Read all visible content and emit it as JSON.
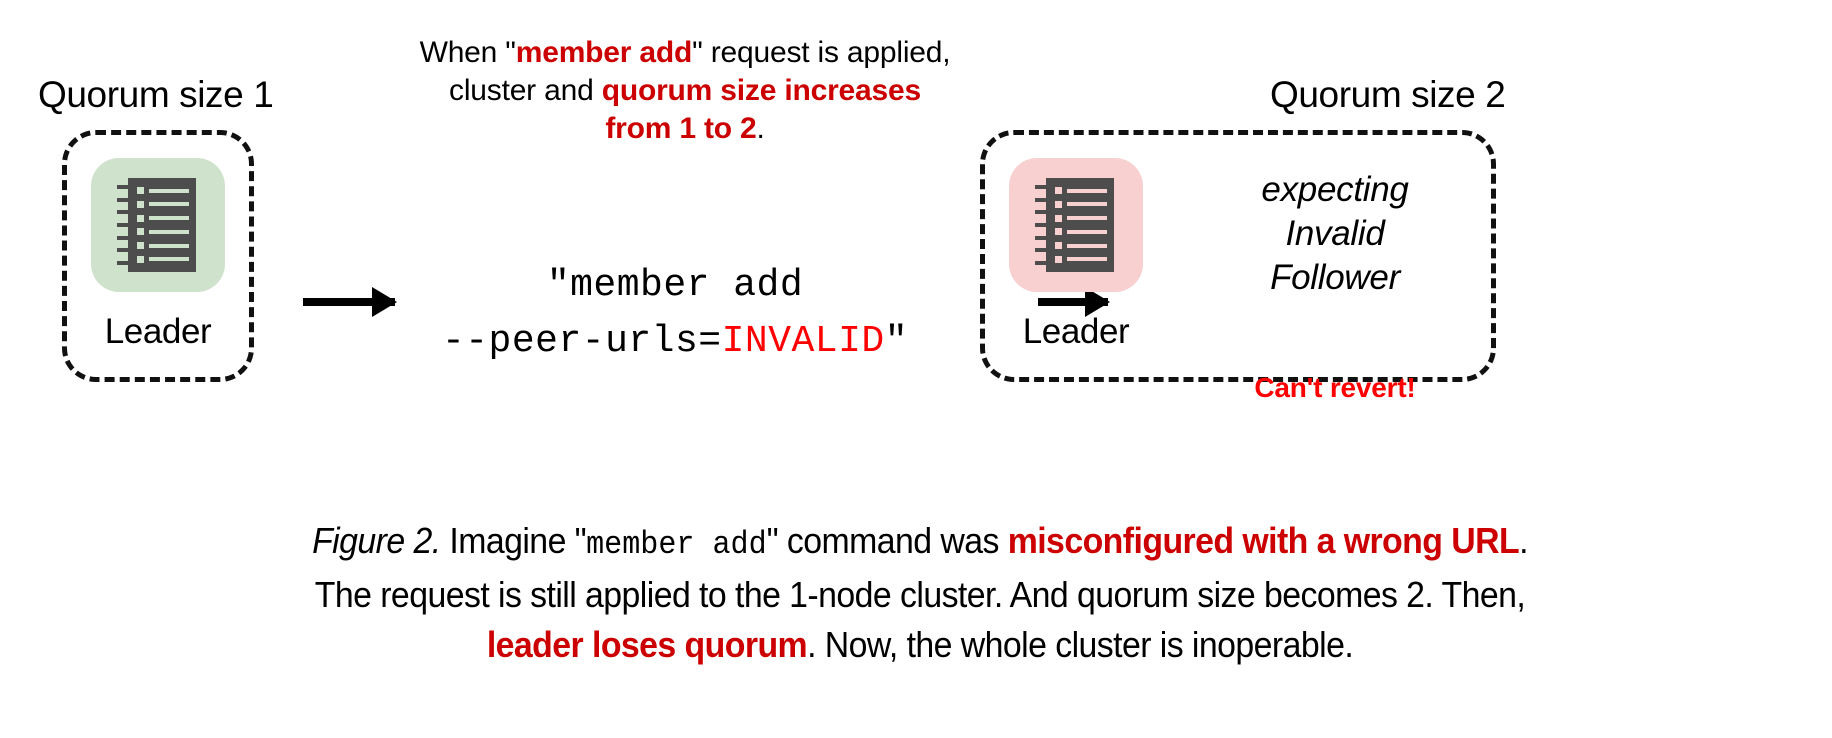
{
  "colors": {
    "dark_red": "#CC0000",
    "pure_red": "#FF0000",
    "node_green": "#cfe3cc",
    "node_pink": "#f8d0d0",
    "glyph_gray": "#4d4d4d",
    "background": "#ffffff"
  },
  "top_note": {
    "line1_a": "When \"",
    "line1_b": "member add",
    "line1_c": "\" request is applied,",
    "line2_a": "cluster and ",
    "line2_b": "quorum size increases",
    "line3_a": "from 1 to 2",
    "line3_b": "."
  },
  "clusters": {
    "left": {
      "title": "Quorum size 1",
      "node_label": "Leader",
      "node_icon": "server-ledger-icon",
      "node_color": "green"
    },
    "right": {
      "title": "Quorum size 2",
      "node_label": "Leader",
      "node_icon": "server-ledger-icon",
      "node_color": "pink",
      "follower_line1": "expecting",
      "follower_line2": "Invalid",
      "follower_line3": "Follower",
      "warning": "Can't revert!"
    }
  },
  "command": {
    "line1": "\"member add",
    "line2_prefix": "--peer-urls=",
    "line2_value": "INVALID",
    "line2_suffix": "\""
  },
  "arrows": {
    "first": "arrow-right-icon",
    "second": "arrow-right-icon"
  },
  "caption": {
    "p1_figure": "Figure 2.",
    "p1_a": " Imagine \"",
    "p1_mono": "member add",
    "p1_b": "\" command was ",
    "p1_red": "misconfigured with a wrong URL",
    "p1_c": ".",
    "p2": "The request is still applied to the 1-node cluster. And quorum size becomes 2. Then,",
    "p3_red": "leader loses quorum",
    "p3_b": ". Now, the whole cluster is inoperable."
  }
}
